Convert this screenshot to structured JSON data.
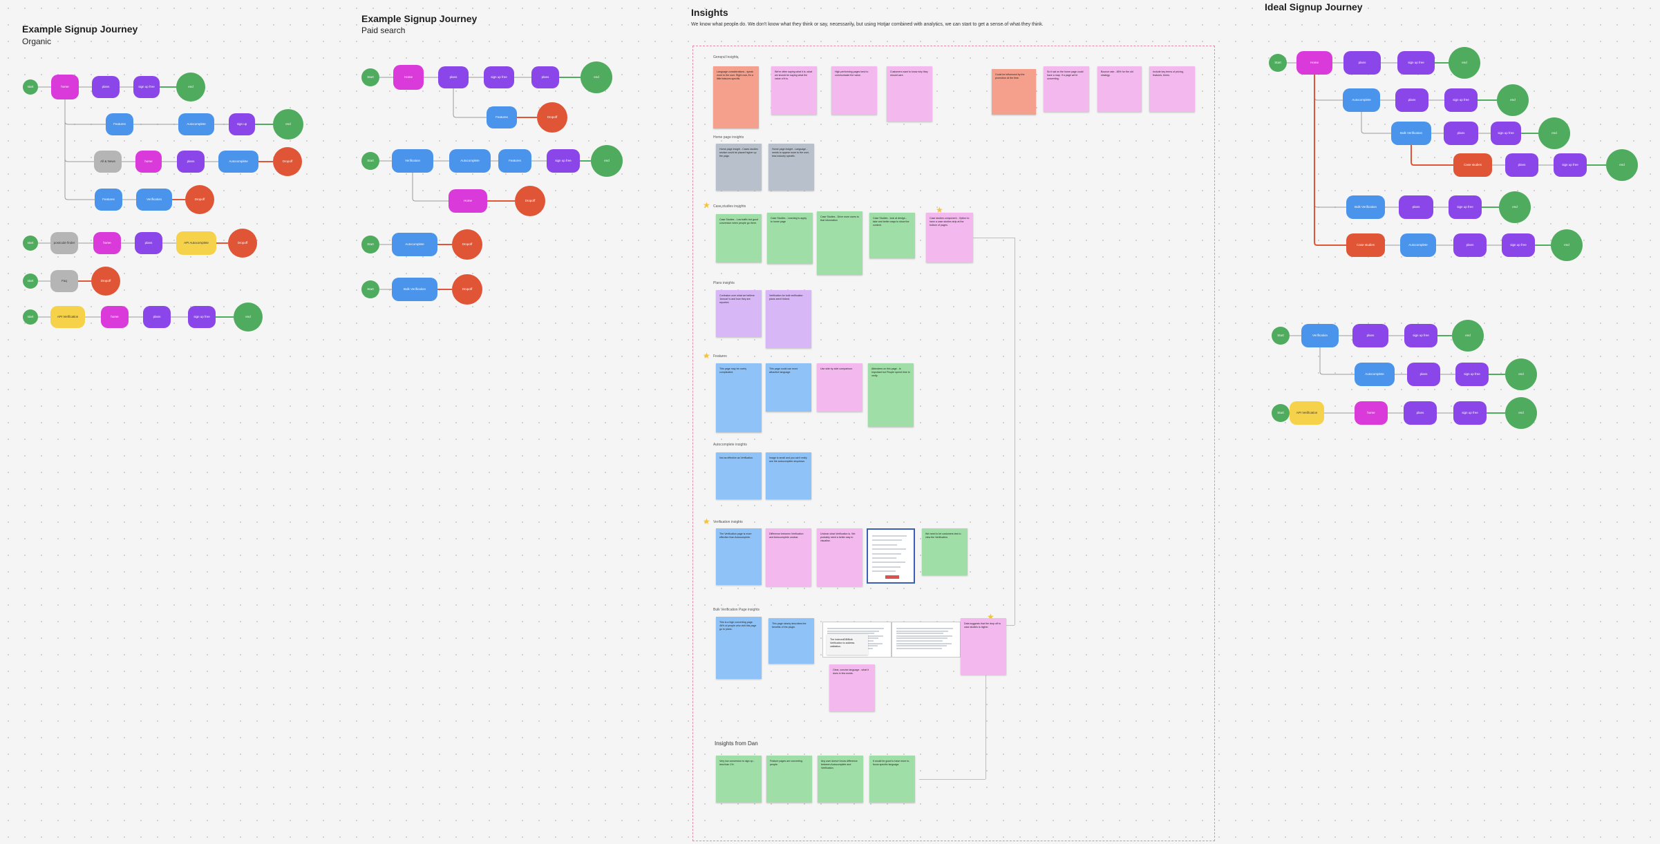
{
  "headings": {
    "organic_title": "Example Signup Journey",
    "organic_subtitle": "Organic",
    "paid_title": "Example Signup Journey",
    "paid_subtitle": "Paid search",
    "insights_title": "Insights",
    "insights_desc": "We know what people do. We don't know what they think or say, necessarily, but using Hotjar combined with analytics, we can start to get a sense of what they think.",
    "ideal_title": "Ideal Signup Journey"
  },
  "colors": {
    "start": "#4fab5e",
    "end": "#4fab5e",
    "home": "#d93ad9",
    "plans": "#8a46e8",
    "feature": "#4a94ec",
    "dropoff": "#df5535",
    "grey": "#b5b5b5",
    "yellow": "#f5d24a"
  },
  "flows": {
    "organic": [
      {
        "label": "start",
        "type": "start"
      },
      {
        "label": "home",
        "type": "home"
      },
      {
        "label": "plans",
        "type": "plans"
      },
      {
        "label": "sign up free",
        "type": "plans"
      },
      {
        "label": "end",
        "type": "end"
      },
      {
        "label": "Features",
        "type": "feature"
      },
      {
        "label": "Autocomplete",
        "type": "feature"
      },
      {
        "label": "sign up",
        "type": "plans"
      },
      {
        "label": "end",
        "type": "end"
      },
      {
        "label": "All & News",
        "type": "grey"
      },
      {
        "label": "home",
        "type": "home"
      },
      {
        "label": "plans",
        "type": "plans"
      },
      {
        "label": "Autocomplete",
        "type": "feature"
      },
      {
        "label": "Dropoff",
        "type": "dropoff"
      },
      {
        "label": "Features",
        "type": "feature"
      },
      {
        "label": "Verification",
        "type": "feature"
      },
      {
        "label": "Dropoff",
        "type": "dropoff"
      },
      {
        "label": "start",
        "type": "start"
      },
      {
        "label": "postcode finder",
        "type": "grey"
      },
      {
        "label": "home",
        "type": "home"
      },
      {
        "label": "plans",
        "type": "plans"
      },
      {
        "label": "API Autocomplete",
        "type": "yellow"
      },
      {
        "label": "Dropoff",
        "type": "dropoff"
      },
      {
        "label": "start",
        "type": "start"
      },
      {
        "label": "Faq",
        "type": "grey"
      },
      {
        "label": "Dropoff",
        "type": "dropoff"
      },
      {
        "label": "start",
        "type": "start"
      },
      {
        "label": "API Verification",
        "type": "yellow"
      },
      {
        "label": "home",
        "type": "home"
      },
      {
        "label": "plans",
        "type": "plans"
      },
      {
        "label": "sign up free",
        "type": "plans"
      },
      {
        "label": "end",
        "type": "end"
      }
    ],
    "paid": [
      {
        "label": "Start",
        "type": "start"
      },
      {
        "label": "Home",
        "type": "home"
      },
      {
        "label": "plans",
        "type": "plans"
      },
      {
        "label": "sign up free",
        "type": "plans"
      },
      {
        "label": "plans",
        "type": "plans"
      },
      {
        "label": "end",
        "type": "end"
      },
      {
        "label": "Features",
        "type": "feature"
      },
      {
        "label": "Dropoff",
        "type": "dropoff"
      },
      {
        "label": "Start",
        "type": "start"
      },
      {
        "label": "Verification",
        "type": "feature"
      },
      {
        "label": "Autocomplete",
        "type": "feature"
      },
      {
        "label": "Features",
        "type": "feature"
      },
      {
        "label": "sign up free",
        "type": "plans"
      },
      {
        "label": "end",
        "type": "end"
      },
      {
        "label": "Home",
        "type": "home"
      },
      {
        "label": "Dropoff",
        "type": "dropoff"
      },
      {
        "label": "Start",
        "type": "start"
      },
      {
        "label": "Autocomplete",
        "type": "feature"
      },
      {
        "label": "Dropoff",
        "type": "dropoff"
      },
      {
        "label": "Start",
        "type": "start"
      },
      {
        "label": "Bulk Verification",
        "type": "feature"
      },
      {
        "label": "Dropoff",
        "type": "dropoff"
      }
    ],
    "ideal": [
      {
        "label": "Start",
        "type": "start"
      },
      {
        "label": "Home",
        "type": "home"
      },
      {
        "label": "plans",
        "type": "plans"
      },
      {
        "label": "sign up free",
        "type": "plans"
      },
      {
        "label": "end",
        "type": "end"
      },
      {
        "label": "Autocomplete",
        "type": "feature"
      },
      {
        "label": "plans",
        "type": "plans"
      },
      {
        "label": "sign up free",
        "type": "plans"
      },
      {
        "label": "end",
        "type": "end"
      },
      {
        "label": "Bulk Verification",
        "type": "feature"
      },
      {
        "label": "plans",
        "type": "plans"
      },
      {
        "label": "sign up free",
        "type": "plans"
      },
      {
        "label": "end",
        "type": "end"
      },
      {
        "label": "Case studies",
        "type": "dropoff"
      },
      {
        "label": "plans",
        "type": "plans"
      },
      {
        "label": "sign up free",
        "type": "plans"
      },
      {
        "label": "end",
        "type": "end"
      },
      {
        "label": "Bulk Verification",
        "type": "feature"
      },
      {
        "label": "plans",
        "type": "plans"
      },
      {
        "label": "sign up free",
        "type": "plans"
      },
      {
        "label": "end",
        "type": "end"
      },
      {
        "label": "Case studies",
        "type": "dropoff"
      },
      {
        "label": "Autocomplete",
        "type": "feature"
      },
      {
        "label": "plans",
        "type": "plans"
      },
      {
        "label": "sign up free",
        "type": "plans"
      },
      {
        "label": "end",
        "type": "end"
      },
      {
        "label": "Start",
        "type": "start"
      },
      {
        "label": "Verification",
        "type": "feature"
      },
      {
        "label": "plans",
        "type": "plans"
      },
      {
        "label": "sign up free",
        "type": "plans"
      },
      {
        "label": "end",
        "type": "end"
      },
      {
        "label": "Autocomplete",
        "type": "feature"
      },
      {
        "label": "plans",
        "type": "plans"
      },
      {
        "label": "sign up free",
        "type": "plans"
      },
      {
        "label": "end",
        "type": "end"
      },
      {
        "label": "Start",
        "type": "start"
      },
      {
        "label": "API Verification",
        "type": "yellow"
      },
      {
        "label": "home",
        "type": "home"
      },
      {
        "label": "plans",
        "type": "plans"
      },
      {
        "label": "sign up free",
        "type": "plans"
      },
      {
        "label": "end",
        "type": "end"
      }
    ]
  },
  "insights": {
    "sections": [
      "General Insights",
      "Home page insights",
      "Case studies insights",
      "Plans insights",
      "Features",
      "Autocomplete insights",
      "Verification insights",
      "Bulk Verification Page insights",
      "Insights from Dan"
    ],
    "general": [
      "Language considerations - speak more to the user. Right now, it's a little features specific.",
      "We're often saying what it is, what we should be saying what the value of it is.",
      "High performing pages tend to communicate the value.",
      "Customers want to know why they should care.",
      "Could be influenced by the promotion at the time.",
      "So it sat on the home page could have a map. If a page we're converting.",
      "Bounce rate - 85% for the old strategy.",
      "Include key terms of pricing, features, terms."
    ],
    "home": [
      "Home page insight - Cases studies section could be placed higher up the page.",
      "Home page insight - Language - needs to appear more to the user, less industry specific."
    ],
    "case": [
      "Case Studies - Low traffic but good conversion when people go there.",
      "Case Studies - Learning to apply to home page",
      "Case Studies - Drive more users to that information",
      "Case Studies - look at design - take and better ways to show the content.",
      "Case studies component - Option to have a case studies strip at the bottom of pages."
    ],
    "plans": [
      "Confusion over what we believe 'Annual' is and how they are reported.",
      "Verification for bulk verification plans aren't linked."
    ],
    "features": [
      "This page may be overly complicated.",
      "This page could use more attractive language.",
      "Use side by side comparison.",
      "Attendees on this page - is important but People spend time to verify."
    ],
    "autocomplete": [
      "Not as effective as Verification.",
      "Image is small and you can't really see the autocomplete dropdown."
    ],
    "verification": [
      "The Verification page is more effective than Autocomplete.",
      "Difference between Verification and Autocomplete unclear.",
      "Unclear what Verification is. We probably need a better way to visualise.",
      "We need to let customers test to view the Verification."
    ],
    "bulk": [
      "This is a high converting page. 46% of people who visit this page go to plans.",
      "This page clearly describes the benefits of the plugin.",
      "The IndexedDB/Bulk Verification to address validation.",
      "Data suggests that the drop off to case studies is higher.",
      "Clear, concise language - what it does in few words."
    ],
    "dan": [
      "Very low conversion to sign up - less than 1%.",
      "Feature pages are converting people.",
      "Any user doesn't know difference between Autocomplete and Verification.",
      "It would be good to have more in-focus specific language."
    ]
  }
}
